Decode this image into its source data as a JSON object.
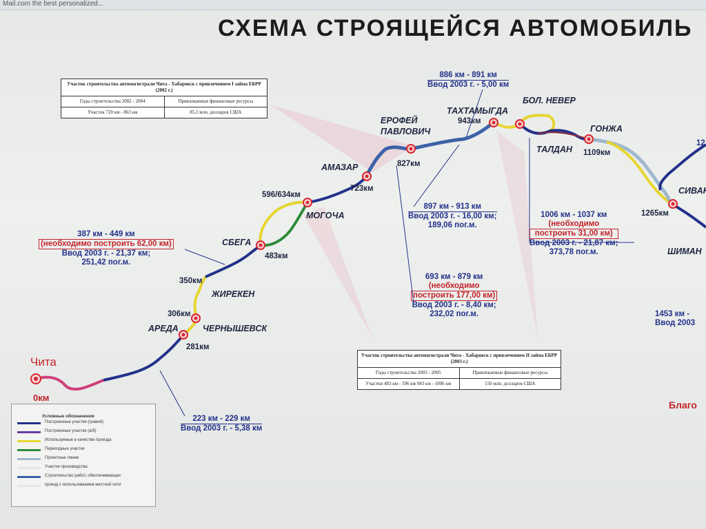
{
  "browser": {
    "tab_text": "Mail.com the best personalized..."
  },
  "title": "СХЕМА  СТРОЯЩЕЙСЯ  АВТОМОБИЛЬ",
  "stations": {
    "chita": "Чита",
    "zero_km": "0км",
    "areda": "АРЕДА",
    "chernyshevsk": "ЧЕРНЫШЕВСК",
    "km281": "281км",
    "km306": "306км",
    "zhireken": "ЖИРЕКЕН",
    "km350": "350км",
    "sbega": "СБЕГА",
    "km483": "483км",
    "km596": "596/634км",
    "mogocha": "МОГОЧА",
    "amazar": "АМАЗАР",
    "km723": "723км",
    "erofey1": "ЕРОФЕЙ",
    "erofey2": "ПАВЛОВИЧ",
    "km827": "827км",
    "takhtamygda": "ТАХТАМЫГДА",
    "km943": "943км",
    "bol_never": "БОЛ. НЕВЕР",
    "taldan": "ТАЛДАН",
    "gonzha": "ГОНЖА",
    "km1109": "1109км",
    "km1265": "1265км",
    "sivak": "СИВАК",
    "shiman": "ШИМАН",
    "blago": "Благо",
    "edge_12": "12"
  },
  "callouts": {
    "c223": {
      "range": "223 км - 229 км",
      "input": "Ввод  2003 г. - 5,38 км"
    },
    "c387": {
      "range": "387 км - 449 км",
      "need": "(необходимо построить 62,00 км)",
      "input": "Ввод  2003 г. - 21,37 км;",
      "extra": "251,42 пог.м."
    },
    "c886": {
      "range": "886 км - 891 км",
      "input": "Ввод 2003 г. - 5,00 км"
    },
    "c897": {
      "range": "897 км - 913 км",
      "input": "Ввод  2003 г. - 16,00 км;",
      "extra": "189,06 пог.м."
    },
    "c693": {
      "range": "693 км - 879 км",
      "need1": "(необходимо",
      "need2": "построить 177,00 км)",
      "input": "Ввод  2003 г. - 8,40 км;",
      "extra": "232,02 пог.м."
    },
    "c1006": {
      "range": "1006 км - 1037 км",
      "need1": "(необходимо",
      "need2": "построить 31,00 км)",
      "input": "Ввод  2003 г. - 21,87 км;",
      "extra": "373,78 пог.м."
    },
    "c1453": {
      "range": "1453 км -",
      "input": "Ввод  2003"
    }
  },
  "table1": {
    "title": "Участок строительства автомагистрали Чита - Хабаровск с привлечением I займа ЕБРР (2002 г.)",
    "col1_head": "Годы строительства 2002 - 2004",
    "col2_head": "Привлекаемые финансовые ресурсы",
    "col1_val": "Участок 720 км - 863 км",
    "col2_val": "85,3 млн. долларов США"
  },
  "table2": {
    "title": "Участок строительства автомагистрали Чита - Хабаровск с привлечением II займа ЕБРР (2003 г.)",
    "col1_head": "Годы строительства 2003 - 2005",
    "col2_head": "Привлекаемые финансовые ресурсы",
    "col1_val": "Участки 483 км - 596 км 943 км - 1006 км",
    "col2_val": "150 млн. долларов США"
  },
  "legend": {
    "title": "Условные обозначения",
    "items": [
      {
        "label": "Построенные участки (гравий)",
        "color": "#22318a"
      },
      {
        "label": "Построенные участки (а/б)",
        "color": "#6a3aa0"
      },
      {
        "label": "Используемые в качестве проезда",
        "color": "#e6d530"
      },
      {
        "label": "Переходные участки",
        "color": "#2f8a3a"
      },
      {
        "label": "Проектные линии",
        "color": "#9fb7cf"
      },
      {
        "label": "Участки производства",
        "color": "#e5e5e5"
      },
      {
        "label": "Строительство работ, обеспечивающих",
        "color": "#3c62a8"
      },
      {
        "label": "проезд с использованием местной сети",
        "color": "#e5e5e5"
      }
    ]
  },
  "colors": {
    "built": "#22318a",
    "pink": "#d0407a",
    "yellow": "#e6d530",
    "green": "#2f8a3a",
    "lightblue": "#9fb7cf",
    "marker": "#d8262e"
  }
}
